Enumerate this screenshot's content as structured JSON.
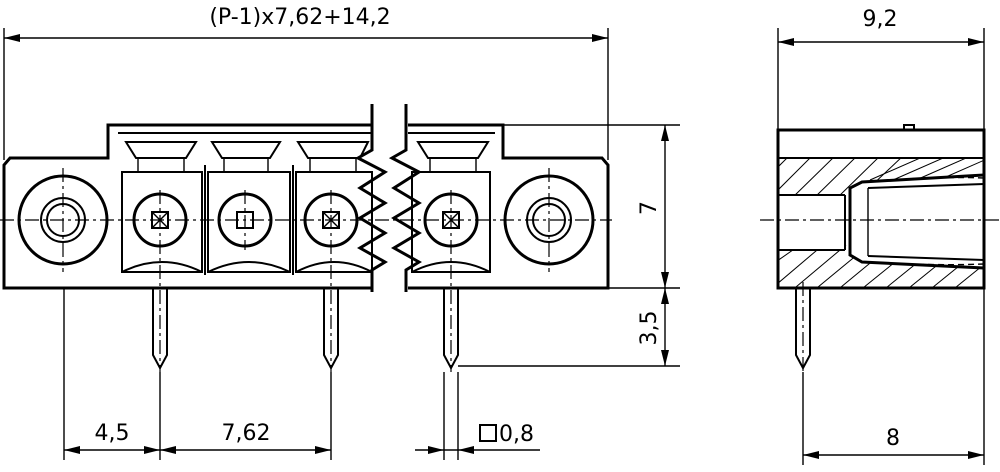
{
  "dimensions": {
    "overall_length": "(P-1)x7,62+14,2",
    "side_width": "9,2",
    "body_height": "7",
    "pin_length": "3,5",
    "edge_to_pin": "4,5",
    "pitch": "7,62",
    "pin_square": "0,8",
    "side_pin_offset": "8"
  }
}
